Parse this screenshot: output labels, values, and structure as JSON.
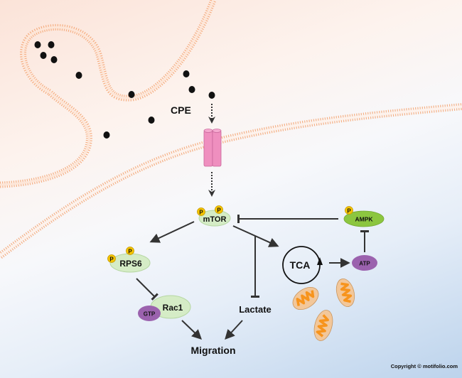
{
  "diagram": {
    "ligand_label": "CPE",
    "nodes": {
      "mtor": {
        "label": "mTOR",
        "phospho": [
          "P",
          "P"
        ],
        "color": "#d5ecc6"
      },
      "rps6": {
        "label": "RPS6",
        "phospho": [
          "P",
          "P"
        ],
        "color": "#d5ecc6"
      },
      "rac1": {
        "label": "Rac1",
        "color": "#d5ecc6"
      },
      "gtp": {
        "label": "GTP",
        "color": "#9b62ae"
      },
      "ampk": {
        "label": "AMPK",
        "phospho": [
          "P"
        ],
        "color": "#8cc63f"
      },
      "atp": {
        "label": "ATP",
        "color": "#9b62ae"
      },
      "tca": {
        "label": "TCA"
      },
      "lactate": {
        "label": "Lactate"
      },
      "migration": {
        "label": "Migration"
      }
    },
    "edges": [
      {
        "from": "CPE",
        "to": "receptor",
        "type": "dotted-arrow"
      },
      {
        "from": "receptor",
        "to": "mTOR",
        "type": "dotted-arrow"
      },
      {
        "from": "mTOR",
        "to": "RPS6",
        "type": "activation"
      },
      {
        "from": "mTOR",
        "to": "TCA",
        "type": "activation"
      },
      {
        "from": "mTOR",
        "to": "Lactate",
        "type": "inhibition"
      },
      {
        "from": "AMPK",
        "to": "mTOR",
        "type": "inhibition"
      },
      {
        "from": "TCA",
        "to": "ATP",
        "type": "activation"
      },
      {
        "from": "ATP",
        "to": "AMPK",
        "type": "inhibition"
      },
      {
        "from": "RPS6",
        "to": "Rac1",
        "type": "inhibition"
      },
      {
        "from": "Rac1",
        "to": "Migration",
        "type": "activation"
      },
      {
        "from": "Lactate",
        "to": "Migration",
        "type": "activation"
      }
    ],
    "colors": {
      "membrane": "#f5a878",
      "receptor": "#ef8fbf",
      "phospho": "#f5c400",
      "mito_outer": "#f2c79a",
      "mito_inner": "#f7941d"
    }
  },
  "copyright": "Copyright © motifolio.com"
}
